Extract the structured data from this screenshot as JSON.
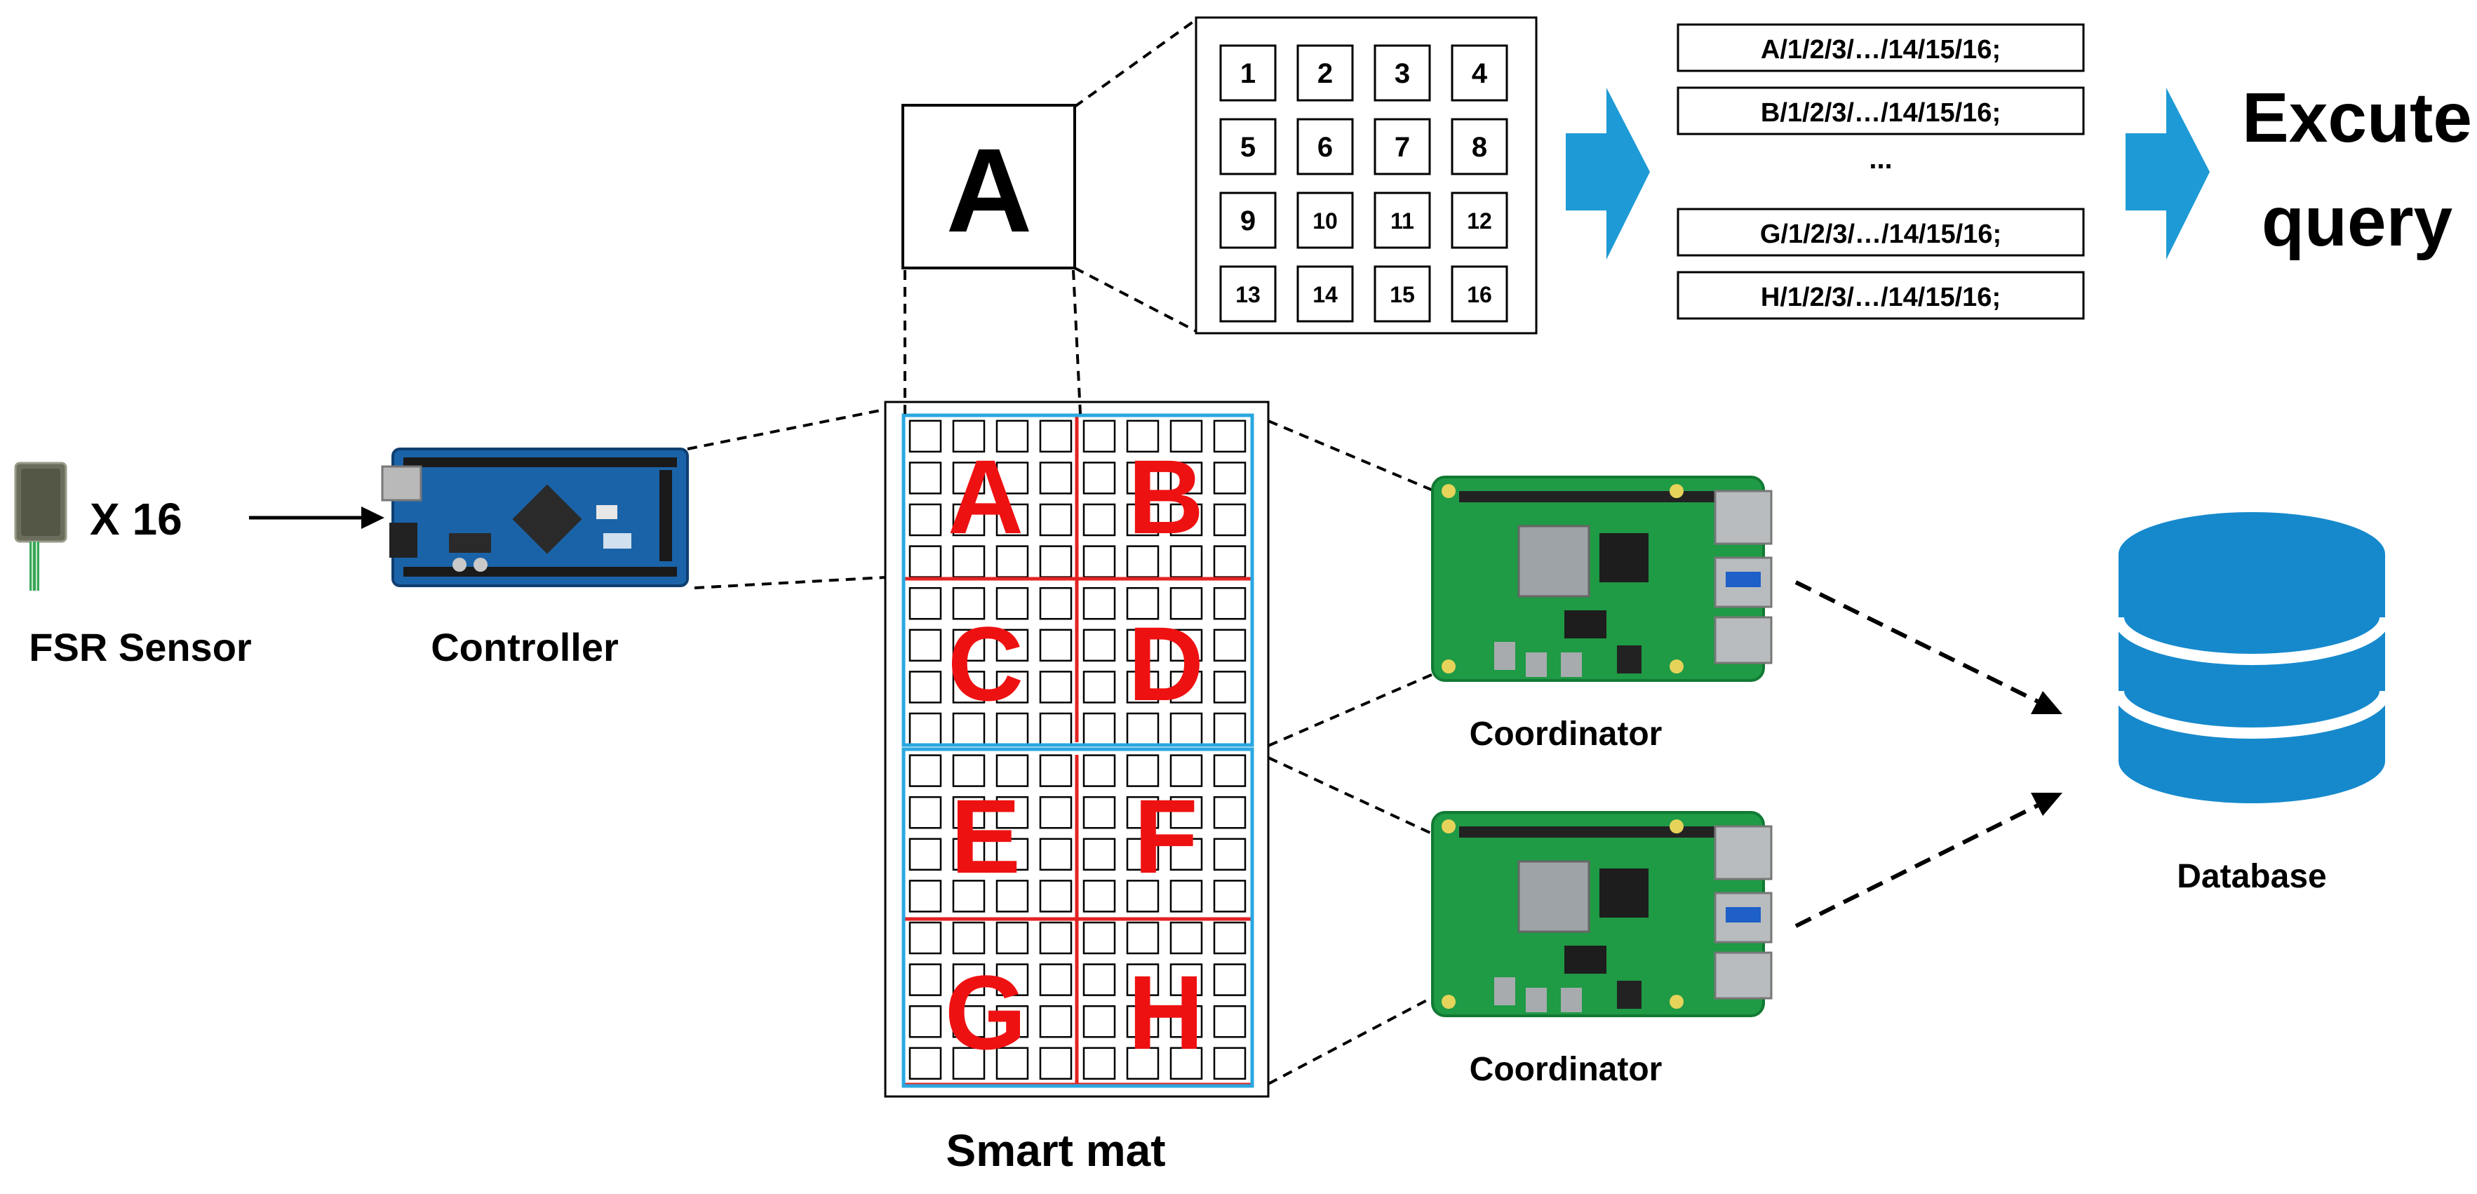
{
  "labels": {
    "fsr_multiplier": "X 16",
    "fsr_sensor": "FSR Sensor",
    "controller": "Controller",
    "smart_mat": "Smart mat",
    "coordinator_1": "Coordinator",
    "coordinator_2": "Coordinator",
    "database": "Database",
    "execute_line1": "Excute",
    "execute_line2": "query",
    "zoom_zone": "A",
    "ellipsis": "..."
  },
  "mat_zones": [
    "A",
    "B",
    "C",
    "D",
    "E",
    "F",
    "G",
    "H"
  ],
  "sensor_cells": [
    "1",
    "2",
    "3",
    "4",
    "5",
    "6",
    "7",
    "8",
    "9",
    "10",
    "11",
    "12",
    "13",
    "14",
    "15",
    "16"
  ],
  "queries": [
    "A/1/2/3/…/14/15/16;",
    "B/1/2/3/…/14/15/16;",
    "G/1/2/3/…/14/15/16;",
    "H/1/2/3/…/14/15/16;"
  ],
  "colors": {
    "zone_text": "#ee1111",
    "zone_divider": "#e32222",
    "group_border": "#2aa7e0",
    "arrow_blue": "#1e9ad6",
    "database_blue": "#1689cc",
    "pcb_green": "#1f9a45",
    "arduino_blue": "#1b63a8"
  }
}
